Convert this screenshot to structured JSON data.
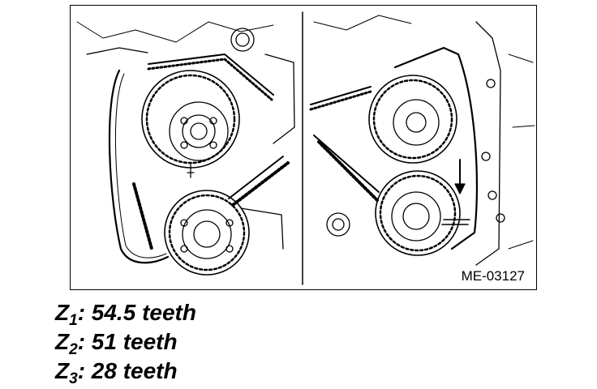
{
  "figure": {
    "code": "ME-03127",
    "panels": [
      "left-belt-view",
      "right-belt-view"
    ]
  },
  "specs": [
    {
      "var": "Z",
      "sub": "1",
      "text": ": 54.5 teeth"
    },
    {
      "var": "Z",
      "sub": "2",
      "text": ": 51 teeth"
    },
    {
      "var": "Z",
      "sub": "3",
      "text": ": 28 teeth"
    }
  ],
  "colors": {
    "ink": "#000000",
    "paper": "#ffffff"
  }
}
